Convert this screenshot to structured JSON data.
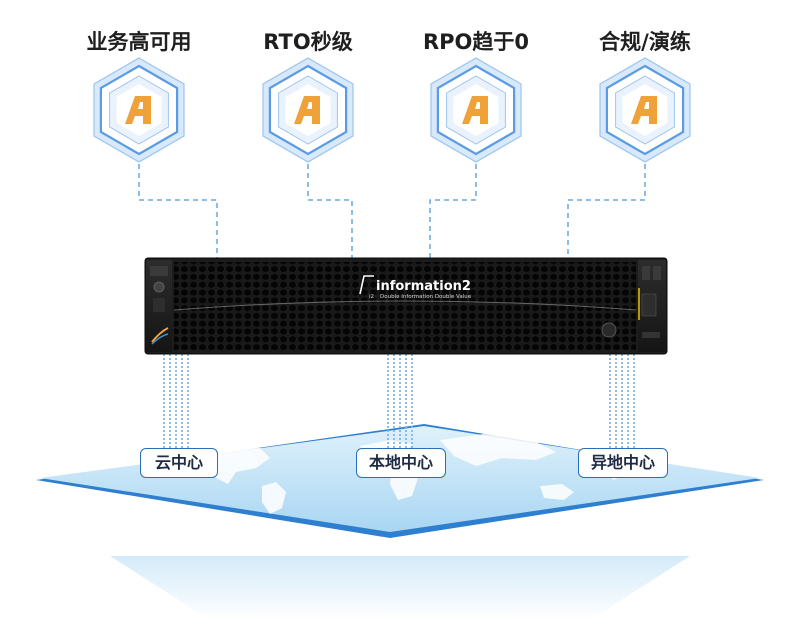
{
  "features": [
    {
      "label": "业务高可用",
      "icon": "hexagon-a-icon"
    },
    {
      "label": "RTO秒级",
      "icon": "hexagon-a-icon"
    },
    {
      "label": "RPO趋于0",
      "icon": "hexagon-a-icon"
    },
    {
      "label": "合规/演练",
      "icon": "hexagon-a-icon"
    }
  ],
  "server": {
    "brand_name": "information2",
    "brand_slogan": "Double Information Double Value",
    "logo_mark": "i2"
  },
  "locations": [
    {
      "label": "云中心"
    },
    {
      "label": "本地中心"
    },
    {
      "label": "异地中心"
    }
  ],
  "colors": {
    "hex_outer": "#d7e9fb",
    "hex_ring": "#5b9be4",
    "accent_orange": "#f0a23a",
    "connector": "#4f9ad8",
    "platform": "#bfe2f6",
    "platform_edge": "#2f7fd0",
    "label_border": "#2a6fb6"
  }
}
